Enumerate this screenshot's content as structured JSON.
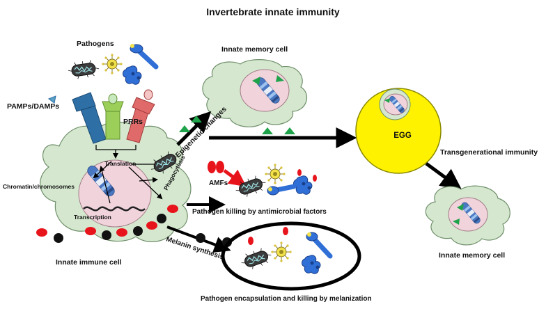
{
  "title": "Invertebrate innate immunity",
  "labels": {
    "pathogens": "Pathogens",
    "pamps_damps": "PAMPs/DAMPs",
    "prrs": "PRRs",
    "translation": "Translation",
    "chromatin": "Chromatin/chromosomes",
    "transcription": "Transcription",
    "phagocytosis": "Phagocytosis",
    "innate_immune_cell": "Innate immune cell",
    "innate_memory_cell_top": "Innate memory cell",
    "epigenetic_changes": "Epigenetic changes",
    "egg": "EGG",
    "transgenerational_immunity": "Transgenerational immunity",
    "innate_memory_cell_right": "Innate memory cell",
    "amfs": "AMFs",
    "pathogen_killing": "Pathogen killing by antimicrobial factors",
    "melanin_synthesis": "Melanin synthesis",
    "encapsulation": "Pathogen encapsulation and killing by melanization"
  },
  "colors": {
    "cell_fill": "#d5e8cf",
    "cell_stroke": "#6f8f6a",
    "nucleus_fill": "#f1d3dc",
    "epigenetic_mark": "#1fa34a",
    "egg_fill": "#fff200",
    "receptor_blue": "#2e6fa6",
    "receptor_green": "#9ccf5a",
    "receptor_red": "#e06a6a",
    "amf_red": "#e8141c",
    "melanin_black": "#111111",
    "pathogen_blue": "#2f6fd6",
    "virus_yellow": "#e8d23a"
  },
  "icons": {
    "bacterium": "rod-bacterium-icon",
    "virus": "spiked-virus-icon",
    "protozoan": "blue-parasite-icon",
    "chromosome": "chromosome-icon",
    "epigenetic_mark": "green-triangle-icon"
  }
}
